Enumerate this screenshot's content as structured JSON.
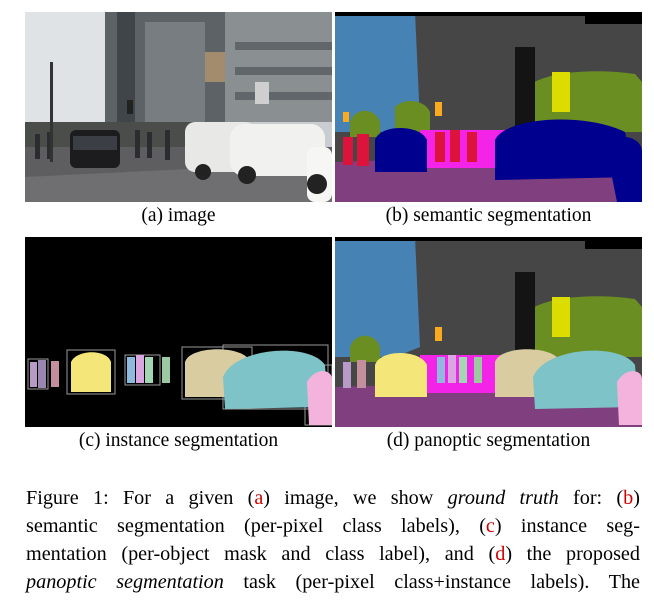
{
  "panels": {
    "a": {
      "caption": "(a) image"
    },
    "b": {
      "caption": "(b) semantic segmentation"
    },
    "c": {
      "caption": "(c) instance segmentation"
    },
    "d": {
      "caption": "(d) panoptic segmentation"
    }
  },
  "figure_caption": {
    "line1": {
      "p1": "Figure 1: For a given (",
      "ref_a": "a",
      "p2": ") image, we show ",
      "em": "ground truth",
      "p3": " for: (",
      "ref_b": "b",
      "p4": ")"
    },
    "line2": {
      "p1": "semantic segmentation (per-pixel class labels), (",
      "ref_c": "c",
      "p2": ") instance seg-"
    },
    "line3": {
      "p1": "mentation (per-object mask and class label), and (",
      "ref_d": "d",
      "p2": ") the proposed"
    },
    "line4": {
      "em": "panoptic segmentation",
      "p1": " task (per-pixel class+instance labels). The"
    }
  },
  "colors": {
    "ref_link": "#d10000",
    "sky": "#4682b4",
    "building": "#464646",
    "vegetation": "#6b8e23",
    "road": "#80407f",
    "car": "#00008e",
    "person": "#dc143c",
    "sidewalk": "#f423e8",
    "traffic_sign": "#dcdc00"
  }
}
